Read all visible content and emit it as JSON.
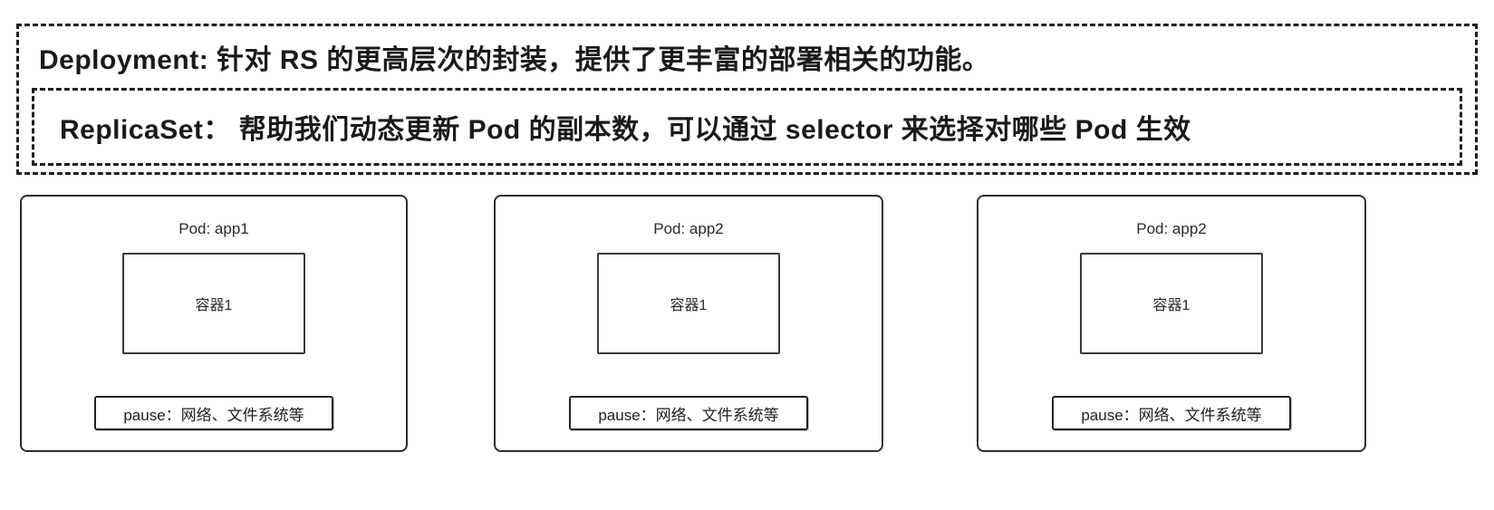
{
  "deployment": {
    "label": "Deployment: 针对 RS 的更高层次的封装，提供了更丰富的部署相关的功能。"
  },
  "replicaset": {
    "label": "ReplicaSet： 帮助我们动态更新 Pod 的副本数，可以通过 selector 来选择对哪些 Pod 生效"
  },
  "pods": [
    {
      "title": "Pod: app1",
      "container": "容器1",
      "pause": "pause：网络、文件系统等"
    },
    {
      "title": "Pod: app2",
      "container": "容器1",
      "pause": "pause：网络、文件系统等"
    },
    {
      "title": "Pod: app2",
      "container": "容器1",
      "pause": "pause：网络、文件系统等"
    }
  ]
}
